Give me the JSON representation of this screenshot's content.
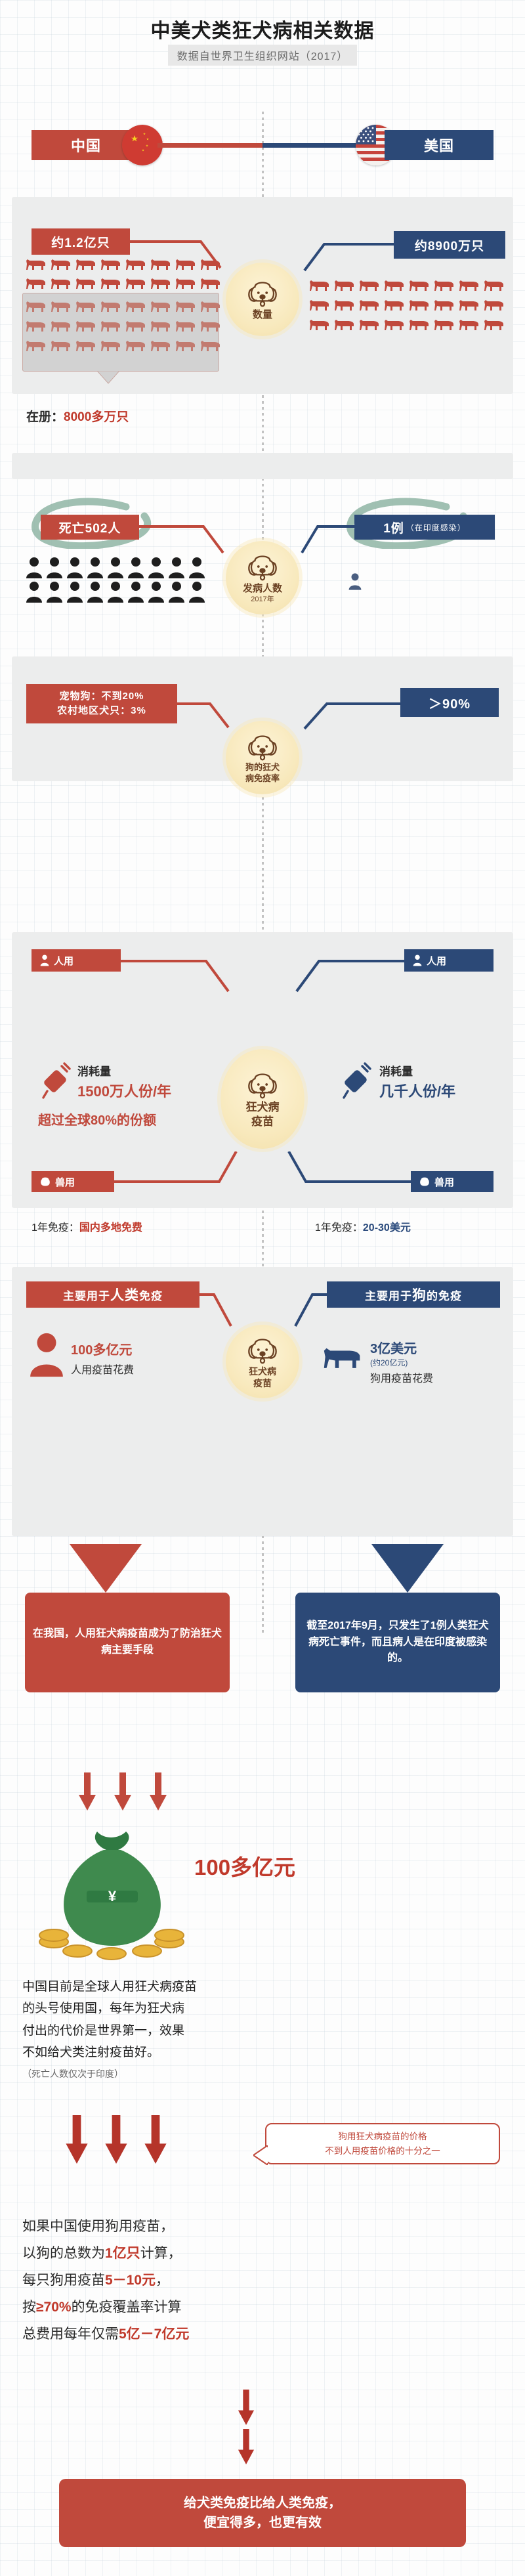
{
  "header": {
    "title": "中美犬类狂犬病相关数据",
    "subtitle": "数据自世界卫生组织网站（2017）"
  },
  "countries": {
    "left": {
      "name": "中国",
      "flag_icon": "china-flag-icon",
      "color": "#c0493c"
    },
    "right": {
      "name": "美国",
      "flag_icon": "usa-flag-icon",
      "color": "#2c4977"
    }
  },
  "sections": [
    {
      "id": "quantity",
      "node_label_line1": "数量",
      "node_label_line2": "",
      "node_icon": "dog-face-icon",
      "china_value": "约1.2亿只",
      "usa_value": "约8900万只",
      "china_note_label": "在册：",
      "china_note_value": "8000多万只",
      "china_dog_count_total": 40,
      "china_dog_count_registered": 24,
      "usa_dog_count": 24
    },
    {
      "id": "cases",
      "node_label_line1": "发病人数",
      "node_label_line2": "2017年",
      "node_icon": "dog-face-icon",
      "china_value": "死亡502人",
      "usa_value": "1例",
      "usa_value_suffix": "（在印度感染）",
      "china_person_icons": 18,
      "usa_person_icons": 1,
      "highlight_color": "#8fb5a4"
    },
    {
      "id": "immunity",
      "node_label_line1": "狗的狂犬",
      "node_label_line2": "病免疫率",
      "node_icon": "dog-face-icon",
      "china_value_line1": "宠物狗：不到20%",
      "china_value_line2": "农村地区犬只：3%",
      "usa_value": "＞90%"
    }
  ],
  "vaccine_section": {
    "node_label_line1": "狂犬病",
    "node_label_line2": "疫苗",
    "node_icon": "dog-face-icon",
    "china": {
      "human_tag": "人用",
      "human_tag_icon": "person-icon",
      "syringe_icon": "syringe-icon",
      "usage_label": "消耗量",
      "usage_value": "1500万人份/年",
      "usage_note": "超过全球80%的份额",
      "vet_tag": "兽用",
      "vet_tag_icon": "dog-head-icon",
      "vet_text_prefix": "1年免疫：",
      "vet_text_highlight": "国内多地免费"
    },
    "usa": {
      "human_tag": "人用",
      "human_tag_icon": "person-icon",
      "syringe_icon": "syringe-icon",
      "usage_label": "消耗量",
      "usage_value": "几千人份/年",
      "vet_tag": "兽用",
      "vet_tag_icon": "dog-head-icon",
      "vet_text_prefix": "1年免疫：",
      "vet_text_highlight": "20-30美元"
    }
  },
  "spend_section": {
    "node_label_line1": "狂犬病",
    "node_label_line2": "疫苗",
    "node_icon": "dog-face-icon",
    "china": {
      "headline_prefix": "主要用于",
      "headline_highlight": "人类",
      "headline_suffix": "免疫",
      "icon": "person-icon",
      "amount": "100多亿元",
      "amount_note": "人用疫苗花费",
      "callout": "在我国，人用狂犬病疫苗成为了防治狂犬病主要手段"
    },
    "usa": {
      "headline_prefix": "主要用于",
      "headline_highlight": "狗",
      "headline_suffix": "的免疫",
      "icon": "dog-side-icon",
      "amount": "3亿美元",
      "amount_sub": "(约20亿元)",
      "amount_note": "狗用疫苗花费",
      "callout": "截至2017年9月，只发生了1例人类狂犬病死亡事件，而且病人是在印度被感染的。"
    }
  },
  "money_block": {
    "arrows_icon": "down-arrow-icon",
    "moneybag_icon": "money-bag-icon",
    "amount": "100多亿元",
    "paragraph_lines": [
      "中国目前是全球人用狂犬病疫苗",
      "的头号使用国，每年为狂犬病",
      "付出的代价是世界第一，效果",
      "不如给犬类注射疫苗好。"
    ],
    "paragraph_note": "（死亡人数仅次于印度）"
  },
  "compare_block": {
    "bubble_line1": "狗用狂犬病疫苗的价格",
    "bubble_line2": "不到人用疫苗价格的十分之一",
    "lines": [
      {
        "text": "如果中国使用狗用疫苗，",
        "highlights": []
      },
      {
        "text": "以狗的总数为1亿只计算，",
        "highlights": [
          "1亿只"
        ]
      },
      {
        "text": "每只狗用疫苗5－10元，",
        "highlights": [
          "5－10元"
        ]
      },
      {
        "text": "按≥70%的免疫覆盖率计算",
        "highlights": [
          "≥70%"
        ]
      },
      {
        "text": "总费用每年仅需5亿－7亿元",
        "highlights": [
          "5亿－7亿元"
        ]
      }
    ]
  },
  "conclusion": {
    "line1": "给犬类免疫比给人类免疫，",
    "line2": "便宜得多，也更有效"
  },
  "colors": {
    "china_red": "#c0493c",
    "usa_blue": "#2c4977",
    "node_cream": "#f8e9bd",
    "highlight_green": "#8fb5a4",
    "money_green": "#3f8a4e",
    "gold": "#e8b43a"
  }
}
